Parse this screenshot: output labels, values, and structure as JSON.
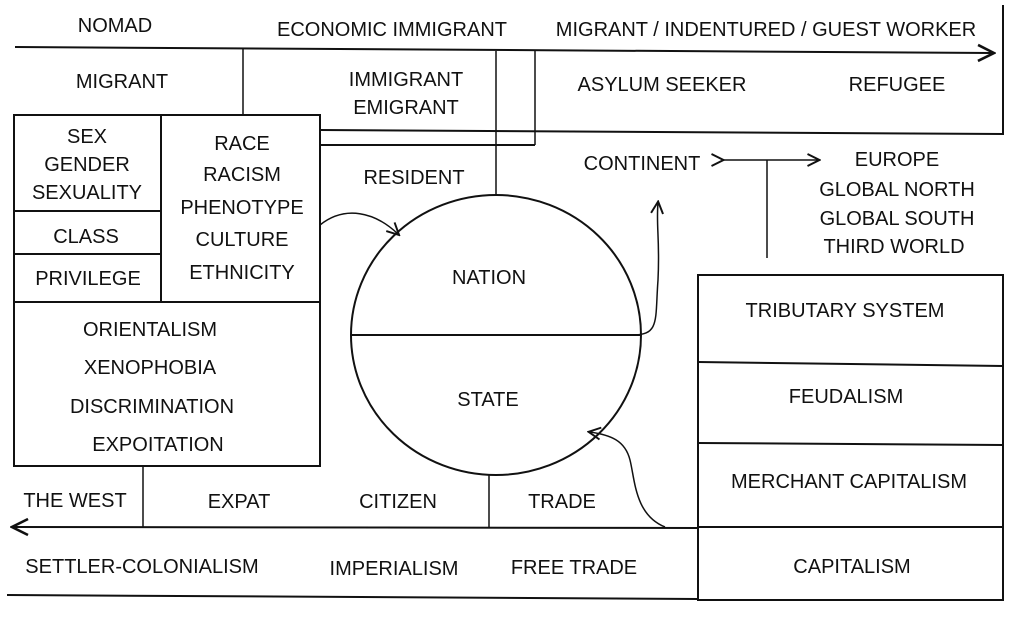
{
  "top": {
    "nomad": "NOMAD",
    "economic_immigrant": "ECONOMIC IMMIGRANT",
    "guest_worker": "MIGRANT / INDENTURED / GUEST WORKER",
    "migrant": "MIGRANT",
    "immigrant": "IMMIGRANT",
    "emigrant": "EMIGRANT",
    "asylum_seeker": "ASYLUM SEEKER",
    "refugee": "REFUGEE"
  },
  "left_box": {
    "identity": [
      "SEX",
      "GENDER",
      "SEXUALITY"
    ],
    "class": "CLASS",
    "privilege": "PRIVILEGE",
    "race": [
      "RACE",
      "RACISM",
      "PHENOTYPE",
      "CULTURE",
      "ETHNICITY"
    ],
    "oppression": [
      "ORIENTALISM",
      "XENOPHOBIA",
      "DISCRIMINATION",
      "EXPOITATION"
    ]
  },
  "center": {
    "resident": "RESIDENT",
    "nation": "NATION",
    "state": "STATE"
  },
  "continent": {
    "label": "CONTINENT",
    "regions": [
      "EUROPE",
      "GLOBAL NORTH",
      "GLOBAL SOUTH",
      "THIRD WORLD"
    ]
  },
  "economy_box": [
    "TRIBUTARY SYSTEM",
    "FEUDALISM",
    "MERCHANT CAPITALISM",
    "CAPITALISM"
  ],
  "bottom": {
    "the_west": "THE WEST",
    "expat": "EXPAT",
    "citizen": "CITIZEN",
    "trade": "TRADE",
    "settler_colonialism": "SETTLER-COLONIALISM",
    "imperialism": "IMPERIALISM",
    "free_trade": "FREE TRADE"
  }
}
